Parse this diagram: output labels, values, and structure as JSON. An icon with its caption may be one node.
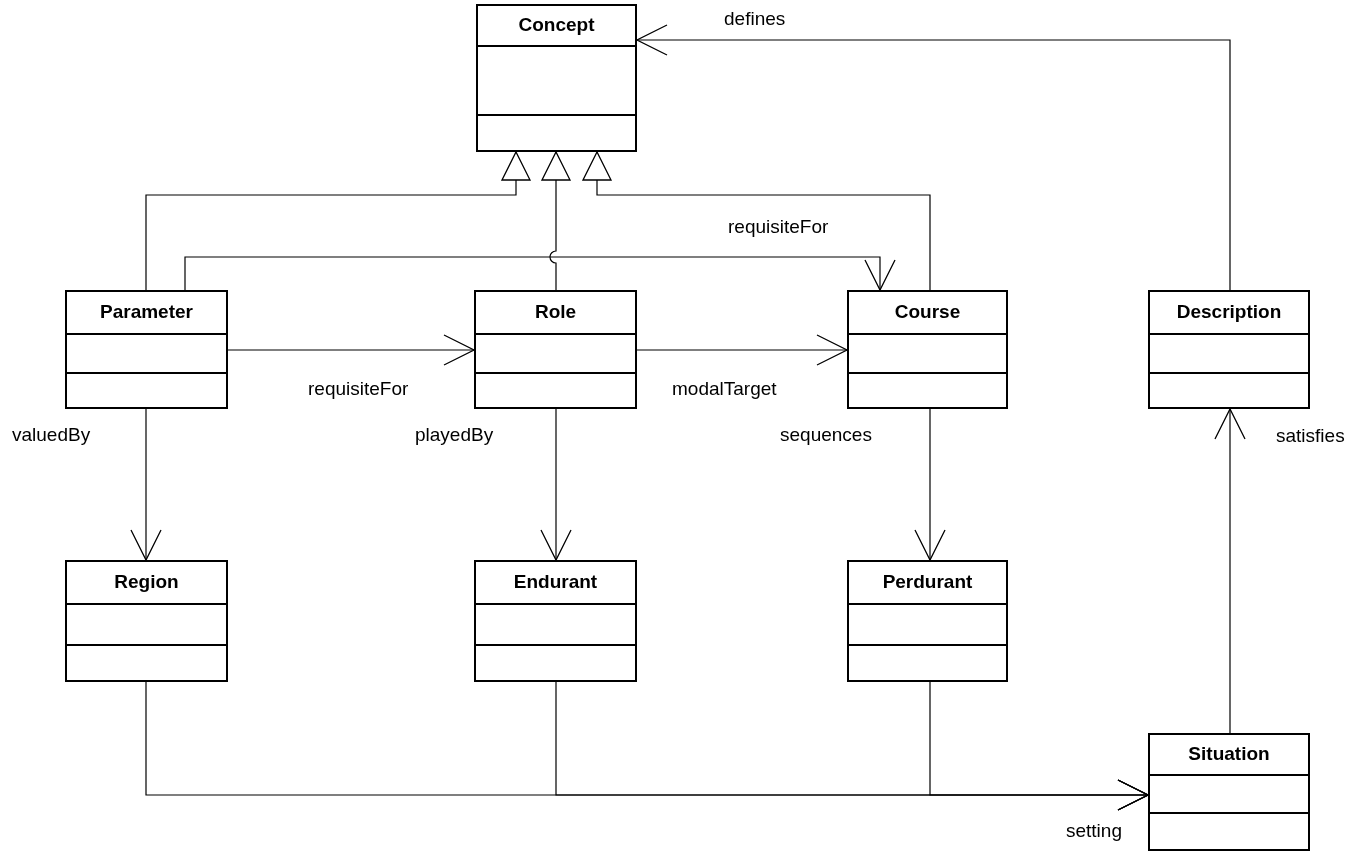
{
  "diagram": {
    "nodes": [
      {
        "text": [
          "Concept"
        ]
      },
      {
        "text": [
          "Parameter"
        ]
      },
      {
        "text": [
          "Role"
        ]
      },
      {
        "text": [
          "Course"
        ]
      },
      {
        "text": [
          "Description"
        ]
      },
      {
        "text": [
          "Region"
        ]
      },
      {
        "text": [
          "Endurant"
        ]
      },
      {
        "text": [
          "Perdurant"
        ]
      },
      {
        "text": [
          "Situation"
        ]
      }
    ],
    "edges": [
      {
        "from": 1,
        "to": 0,
        "arrow": "to"
      },
      {
        "from": 2,
        "to": 0,
        "arrow": "to"
      },
      {
        "from": 3,
        "to": 0,
        "arrow": "to"
      },
      {
        "from": 1,
        "to": 3,
        "arrow": "to",
        "label": "requisiteFor"
      },
      {
        "from": 1,
        "to": 2,
        "arrow": "to",
        "label": "requisiteFor"
      },
      {
        "from": 2,
        "to": 3,
        "arrow": "to",
        "label": "modalTarget"
      },
      {
        "from": 1,
        "to": 5,
        "arrow": "to",
        "label": "valuedBy"
      },
      {
        "from": 2,
        "to": 6,
        "arrow": "to",
        "label": "playedBy"
      },
      {
        "from": 3,
        "to": 7,
        "arrow": "to",
        "label": "sequences"
      },
      {
        "from": 4,
        "to": 0,
        "arrow": "to",
        "label": "defines"
      },
      {
        "from": 8,
        "to": 4,
        "arrow": "to",
        "label": "satisfies"
      },
      {
        "from": 5,
        "to": 8,
        "arrow": "to",
        "label": "setting"
      },
      {
        "from": 6,
        "to": 8,
        "arrow": "to"
      },
      {
        "from": 7,
        "to": 8,
        "arrow": "to"
      }
    ]
  }
}
